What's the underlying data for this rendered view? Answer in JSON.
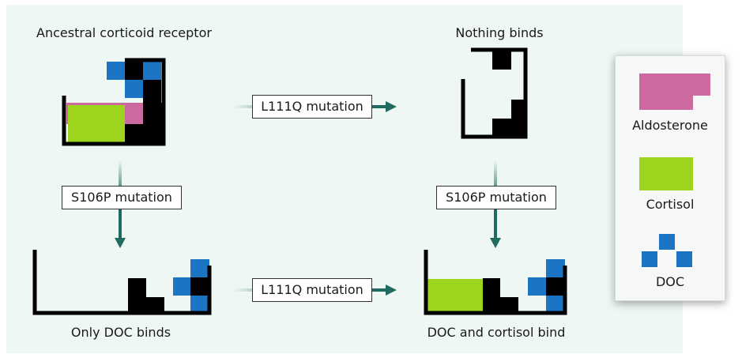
{
  "states": {
    "ancestral": "Ancestral corticoid receptor",
    "nothing": "Nothing binds",
    "only_doc": "Only DOC binds",
    "doc_cortisol": "DOC and cortisol bind"
  },
  "mutations": {
    "top": "L111Q mutation",
    "bottom": "L111Q mutation",
    "left": "S106P mutation",
    "right": "S106P mutation"
  },
  "legend": {
    "aldosterone": "Aldosterone",
    "cortisol": "Cortisol",
    "doc": "DOC"
  },
  "colors": {
    "aldosterone": "#cc6aa0",
    "cortisol": "#9cd41e",
    "doc": "#1b74c4",
    "receptor": "#000000",
    "arrow": "#1f6b60",
    "panel": "#eef7f4"
  }
}
